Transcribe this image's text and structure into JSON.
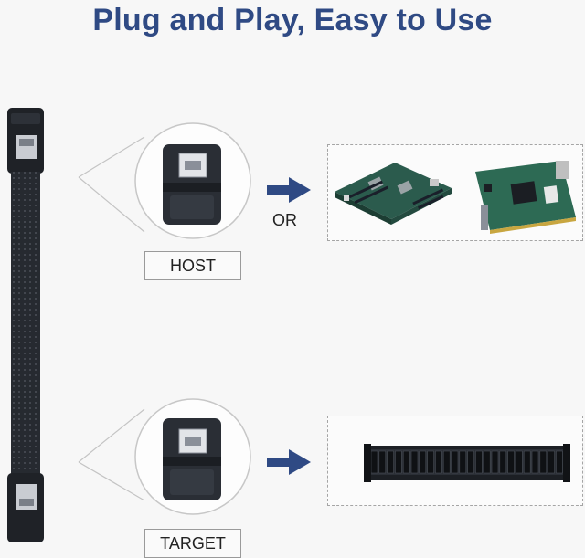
{
  "header": {
    "title": "Plug and Play, Easy to Use"
  },
  "host_section": {
    "label": "HOST",
    "or_text": "OR"
  },
  "target_section": {
    "label": "TARGET"
  },
  "colors": {
    "title": "#2f4a84",
    "arrow": "#2f4a84",
    "cable": "#1f2227"
  },
  "icons": [
    "connector-icon",
    "arrow-right-icon",
    "motherboard-icon",
    "raid-card-icon",
    "storage-enclosure-icon"
  ]
}
